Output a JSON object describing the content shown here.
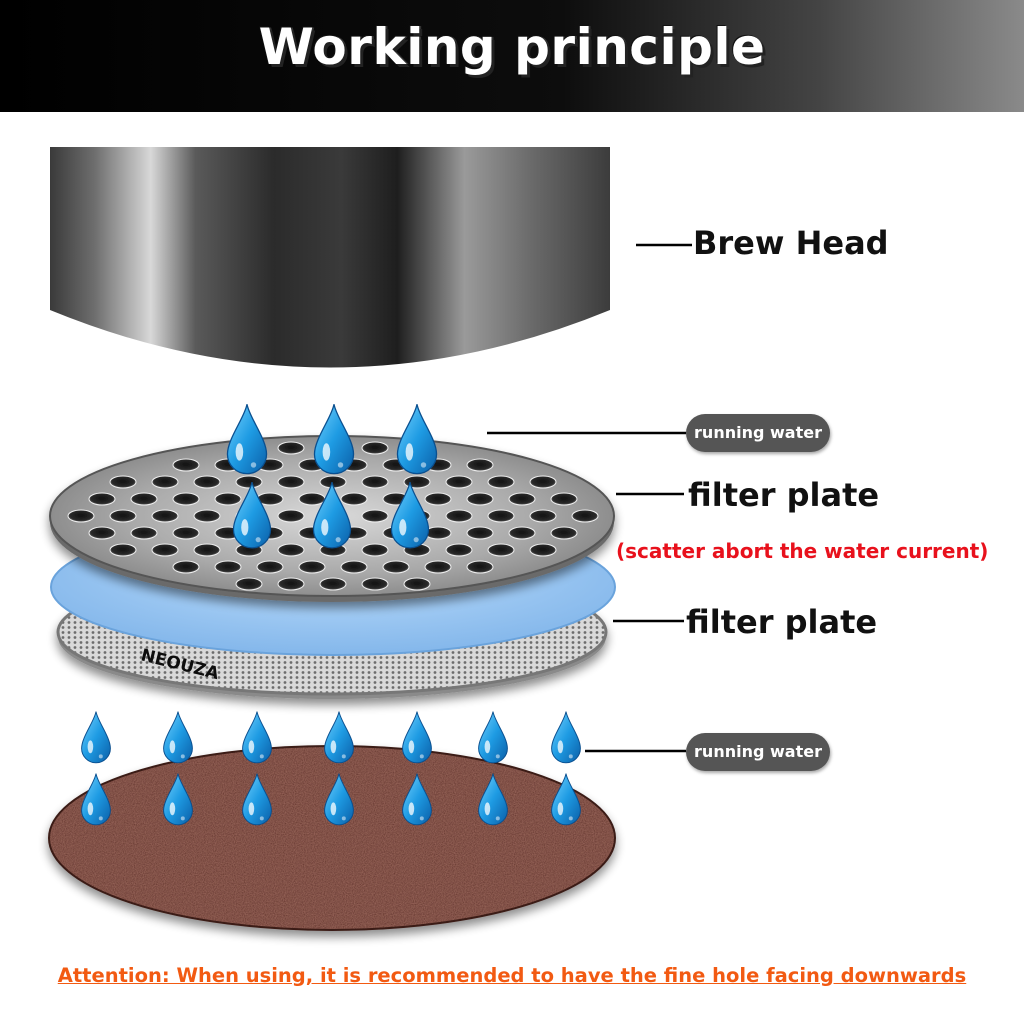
{
  "header": {
    "title": "Working principle"
  },
  "labels": {
    "brew_head": "Brew Head",
    "running_water_top": "running water",
    "filter_plate_top": "filter plate",
    "scatter_note": "(scatter abort the water current)",
    "filter_plate_bottom": "filter plate",
    "running_water_bottom": "running water",
    "brand": "NEOUZA"
  },
  "footer": {
    "attention": "Attention: When using, it is recommended to have the fine hole facing downwards"
  },
  "colors": {
    "header_text": "#ffffff",
    "scatter_note": "#e8111c",
    "attention": "#f25a12",
    "pill": "#555555",
    "water_drop": "#2aa7e8",
    "coffee_puck": "#5a2a22",
    "mesh_layer": "#8ec2f2"
  }
}
